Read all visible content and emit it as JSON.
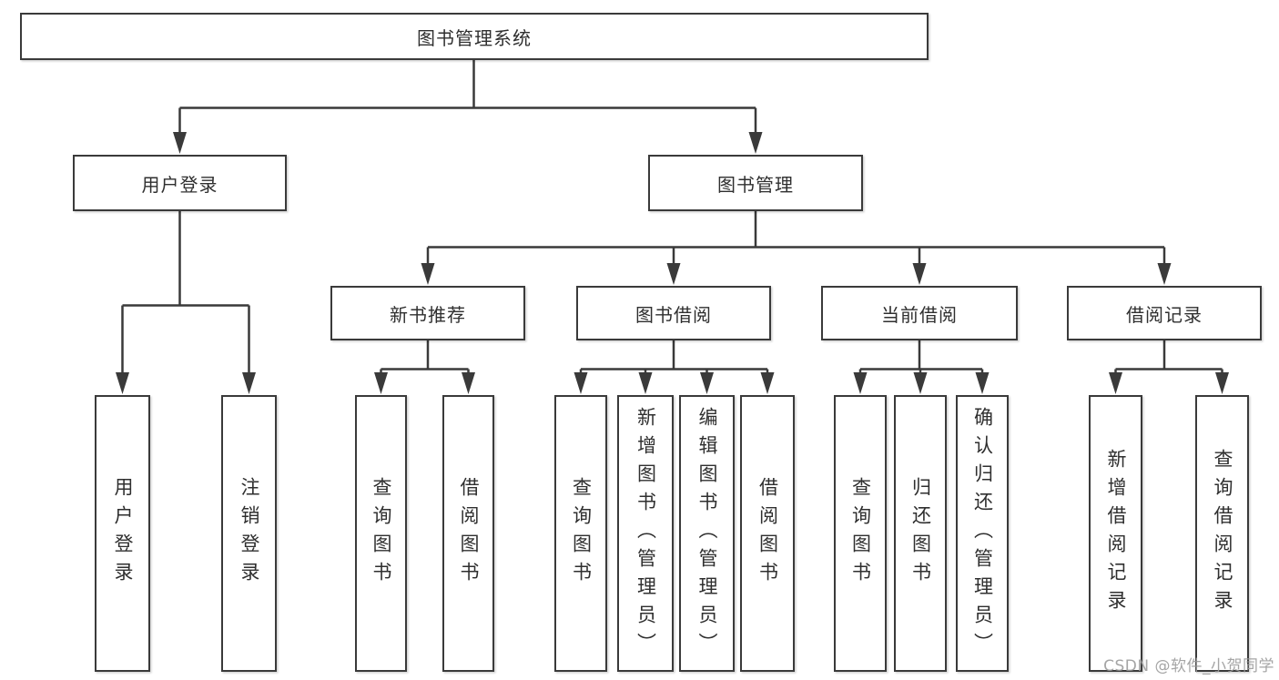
{
  "diagram": {
    "root": {
      "label": "图书管理系统"
    },
    "level2": [
      {
        "label": "用户登录",
        "children": [
          {
            "label": "用户登录"
          },
          {
            "label": "注销登录"
          }
        ]
      },
      {
        "label": "图书管理"
      }
    ],
    "level3": [
      {
        "label": "新书推荐",
        "children": [
          {
            "label": "查询图书"
          },
          {
            "label": "借阅图书"
          }
        ]
      },
      {
        "label": "图书借阅",
        "children": [
          {
            "label": "查询图书"
          },
          {
            "label": "新增图书（管理员）"
          },
          {
            "label": "编辑图书（管理员）"
          },
          {
            "label": "借阅图书"
          }
        ]
      },
      {
        "label": "当前借阅",
        "children": [
          {
            "label": "查询图书"
          },
          {
            "label": "归还图书"
          },
          {
            "label": "确认归还（管理员）"
          }
        ]
      },
      {
        "label": "借阅记录",
        "children": [
          {
            "label": "新增借阅记录"
          },
          {
            "label": "查询借阅记录"
          }
        ]
      }
    ],
    "line_color": "#3a3a3a",
    "text_color": "#2f2f2f"
  },
  "watermark": {
    "text": "CSDN @软件_小贺同学"
  }
}
